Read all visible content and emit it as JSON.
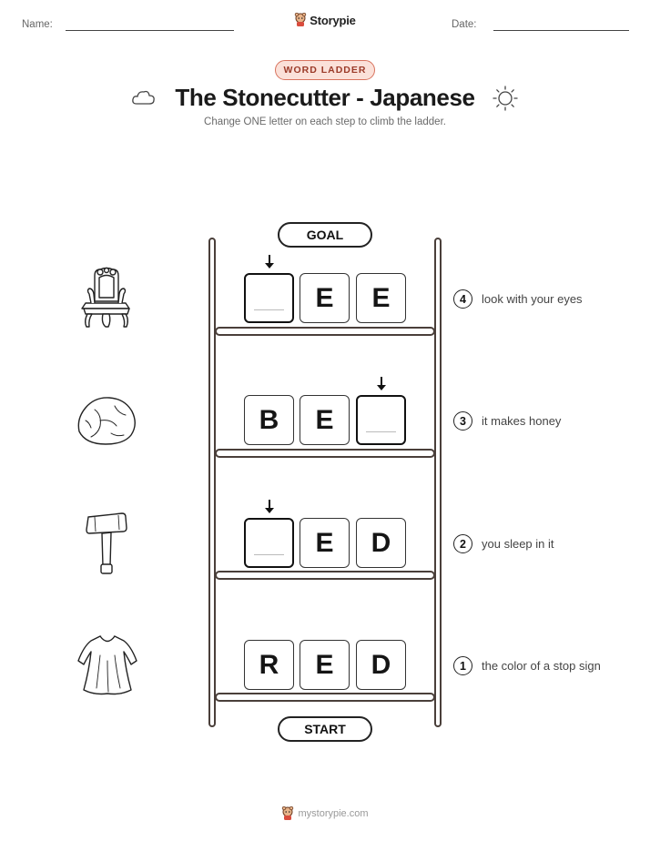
{
  "header": {
    "name_label": "Name:",
    "date_label": "Date:",
    "brand": "Storypie"
  },
  "badge": "WORD LADDER",
  "title": "The Stonecutter - Japanese",
  "subtitle": "Change ONE letter on each step to climb the ladder.",
  "goal_label": "GOAL",
  "start_label": "START",
  "rows": [
    {
      "letters": [
        "",
        "E",
        "E"
      ],
      "changed_index": 0,
      "clue_number": "4",
      "clue": "look with your eyes",
      "picture": "chair-icon"
    },
    {
      "letters": [
        "B",
        "E",
        ""
      ],
      "changed_index": 2,
      "clue_number": "3",
      "clue": "it makes honey",
      "picture": "rock-icon"
    },
    {
      "letters": [
        "",
        "E",
        "D"
      ],
      "changed_index": 0,
      "clue_number": "2",
      "clue": "you sleep in it",
      "picture": "hammer-icon"
    },
    {
      "letters": [
        "R",
        "E",
        "D"
      ],
      "changed_index": null,
      "clue_number": "1",
      "clue": "the color of a stop sign",
      "picture": "robe-icon"
    }
  ],
  "footer": "mystorypie.com"
}
